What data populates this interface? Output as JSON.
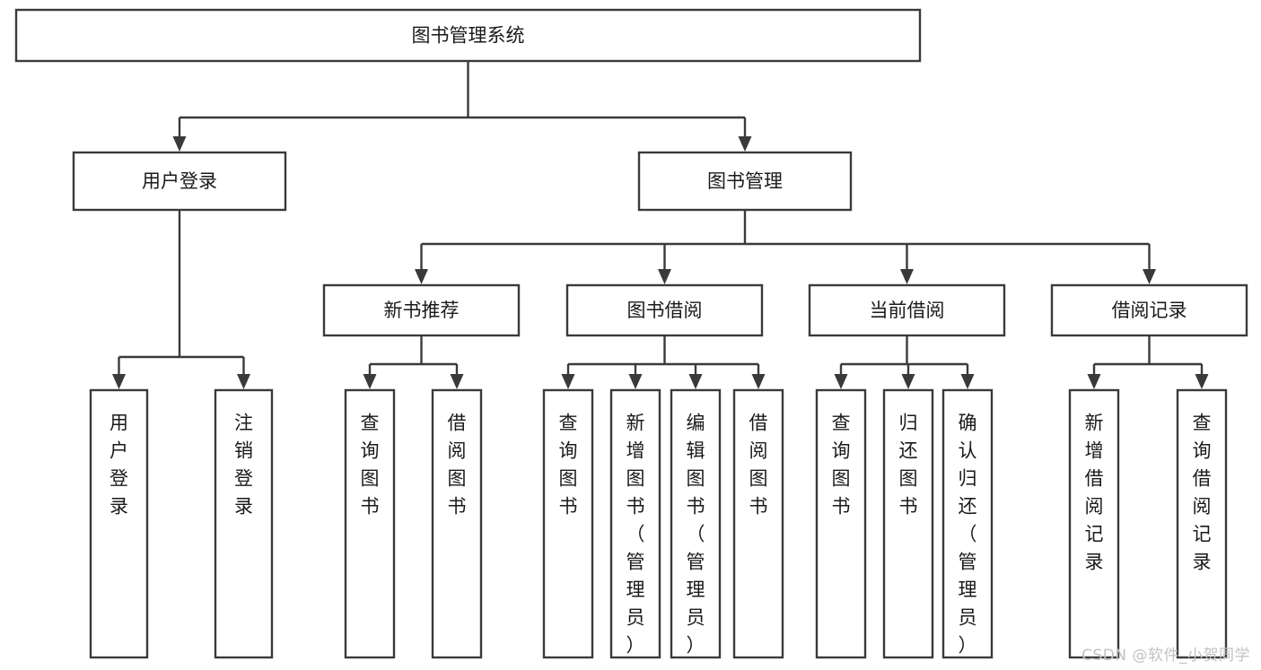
{
  "diagram": {
    "title": "图书管理系统",
    "type": "tree-hierarchy-chart",
    "colors": {
      "background": "#ffffff",
      "box_stroke": "#3a3a3a",
      "box_fill": "#ffffff",
      "connector": "#3a3a3a",
      "text": "#1a1a1a",
      "watermark": "#c2c2c2"
    },
    "nodes": {
      "root": {
        "label": "图书管理系统",
        "orientation": "horizontal"
      },
      "level2": [
        {
          "id": "user-login",
          "label": "用户登录",
          "orientation": "horizontal"
        },
        {
          "id": "book-manage",
          "label": "图书管理",
          "orientation": "horizontal"
        }
      ],
      "level3": [
        {
          "id": "new-book-recommend",
          "label": "新书推荐",
          "orientation": "horizontal"
        },
        {
          "id": "book-borrow",
          "label": "图书借阅",
          "orientation": "horizontal"
        },
        {
          "id": "current-borrow",
          "label": "当前借阅",
          "orientation": "horizontal"
        },
        {
          "id": "borrow-record",
          "label": "借阅记录",
          "orientation": "horizontal"
        }
      ],
      "leaves": [
        {
          "id": "leaf-user-login",
          "parent": "user-login",
          "label": "用户登录",
          "orientation": "vertical"
        },
        {
          "id": "leaf-user-logout",
          "parent": "user-login",
          "label": "注销登录",
          "orientation": "vertical"
        },
        {
          "id": "leaf-query-book-1",
          "parent": "new-book-recommend",
          "label": "查询图书",
          "orientation": "vertical"
        },
        {
          "id": "leaf-borrow-book-1",
          "parent": "new-book-recommend",
          "label": "借阅图书",
          "orientation": "vertical"
        },
        {
          "id": "leaf-query-book-2",
          "parent": "book-borrow",
          "label": "查询图书",
          "orientation": "vertical"
        },
        {
          "id": "leaf-add-book",
          "parent": "book-borrow",
          "label": "新增图书（管理员）",
          "orientation": "vertical"
        },
        {
          "id": "leaf-edit-book",
          "parent": "book-borrow",
          "label": "编辑图书（管理员）",
          "orientation": "vertical"
        },
        {
          "id": "leaf-borrow-book-2",
          "parent": "book-borrow",
          "label": "借阅图书",
          "orientation": "vertical"
        },
        {
          "id": "leaf-query-book-3",
          "parent": "current-borrow",
          "label": "查询图书",
          "orientation": "vertical"
        },
        {
          "id": "leaf-return-book",
          "parent": "current-borrow",
          "label": "归还图书",
          "orientation": "vertical"
        },
        {
          "id": "leaf-confirm-return",
          "parent": "current-borrow",
          "label": "确认归还（管理员）",
          "orientation": "vertical"
        },
        {
          "id": "leaf-add-record",
          "parent": "borrow-record",
          "label": "新增借阅记录",
          "orientation": "vertical"
        },
        {
          "id": "leaf-query-record",
          "parent": "borrow-record",
          "label": "查询借阅记录",
          "orientation": "vertical"
        }
      ]
    },
    "watermark": "CSDN @软件_小贺同学"
  },
  "chart_data": {
    "type": "table",
    "title": "图书管理系统 功能结构图",
    "root": "图书管理系统",
    "hierarchy": [
      {
        "label": "用户登录",
        "children": [
          "用户登录",
          "注销登录"
        ]
      },
      {
        "label": "图书管理",
        "children": [
          {
            "label": "新书推荐",
            "children": [
              "查询图书",
              "借阅图书"
            ]
          },
          {
            "label": "图书借阅",
            "children": [
              "查询图书",
              "新增图书（管理员）",
              "编辑图书（管理员）",
              "借阅图书"
            ]
          },
          {
            "label": "当前借阅",
            "children": [
              "查询图书",
              "归还图书",
              "确认归还（管理员）"
            ]
          },
          {
            "label": "借阅记录",
            "children": [
              "新增借阅记录",
              "查询借阅记录"
            ]
          }
        ]
      }
    ],
    "node_count": 20,
    "depth": 4
  }
}
